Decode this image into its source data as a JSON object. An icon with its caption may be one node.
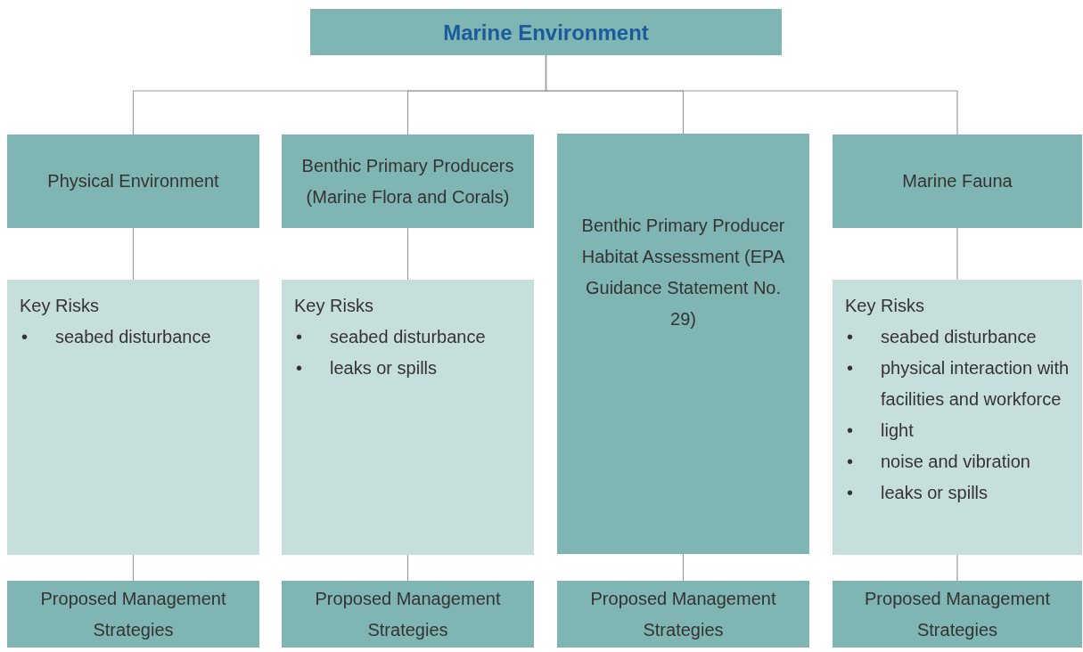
{
  "diagram": {
    "nodes": [
      {
        "text": [
          "Marine Environment"
        ]
      },
      {
        "text": [
          "Physical Environment"
        ]
      },
      {
        "text": [
          "Benthic Primary Producers (Marine Flora and Corals)"
        ]
      },
      {
        "text": [
          "Benthic Primary Producer Habitat Assessment (EPA Guidance Statement No. 29)"
        ]
      },
      {
        "text": [
          "Marine Fauna"
        ]
      },
      {
        "text": [
          "Key Risks",
          "•",
          "seabed disturbance"
        ]
      },
      {
        "text": [
          "Key Risks",
          "•",
          "seabed disturbance",
          "•",
          "leaks or spills"
        ]
      },
      {
        "text": [
          "Key Risks",
          "•",
          "seabed disturbance",
          "•",
          "physical interaction with facilities and workforce",
          "•",
          "light",
          "•",
          "noise and vibration",
          "•",
          "leaks or spills"
        ]
      },
      {
        "text": [
          "Proposed Management Strategies"
        ]
      },
      {
        "text": [
          "Proposed Management Strategies"
        ]
      },
      {
        "text": [
          "Proposed Management Strategies"
        ]
      },
      {
        "text": [
          "Proposed Management Strategies"
        ]
      }
    ],
    "edges": [
      {
        "from": 0,
        "to": 1,
        "arrow": "none"
      },
      {
        "from": 0,
        "to": 2,
        "arrow": "none"
      },
      {
        "from": 0,
        "to": 3,
        "arrow": "none"
      },
      {
        "from": 0,
        "to": 4,
        "arrow": "none"
      },
      {
        "from": 1,
        "to": 5,
        "arrow": "none"
      },
      {
        "from": 2,
        "to": 6,
        "arrow": "none"
      },
      {
        "from": 4,
        "to": 7,
        "arrow": "none"
      },
      {
        "from": 5,
        "to": 8,
        "arrow": "none"
      },
      {
        "from": 6,
        "to": 9,
        "arrow": "none"
      },
      {
        "from": 3,
        "to": 10,
        "arrow": "none"
      },
      {
        "from": 7,
        "to": 11,
        "arrow": "none"
      }
    ]
  }
}
